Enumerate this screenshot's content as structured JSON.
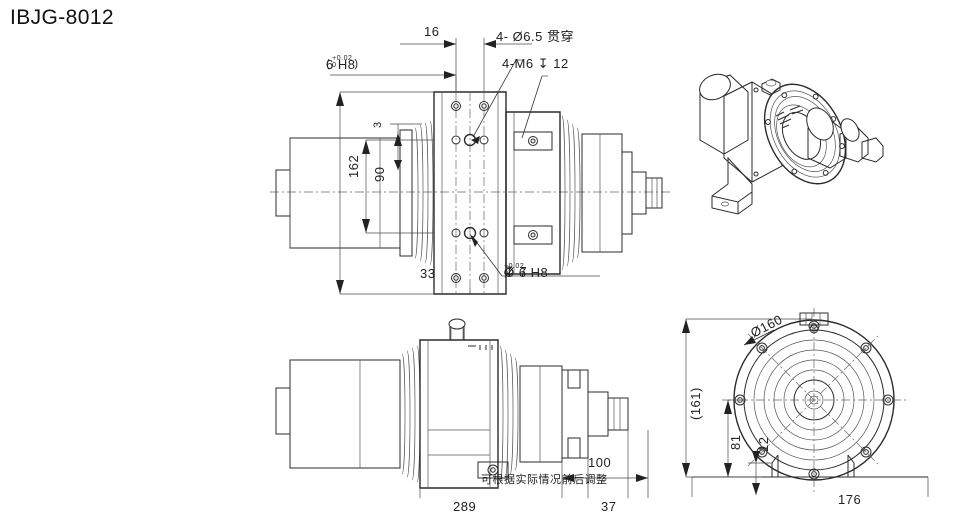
{
  "document": {
    "title": "IBJG-8012",
    "type": "engineering-drawing",
    "background_color": "#ffffff",
    "line_color": "#2b2b2b"
  },
  "views": {
    "top_left": {
      "name": "front-section-view",
      "dimensions": {
        "width_16": "16",
        "height_162": "162",
        "height_90": "90",
        "height_3": "3",
        "width_33": "33"
      },
      "callouts": {
        "keyway": "6 H8",
        "keyway_tol_upper": "+0.02",
        "keyway_tol_lower": "0",
        "through_hole": "4- Ø6.5 贯穿",
        "tapped_hole": "4-M6 ↧ 12",
        "dowel_hole": "Ø 6 H8",
        "dowel_tol_upper": "+0.02",
        "dowel_tol_lower": "0",
        "dowel_depth": "↧ 7"
      }
    },
    "top_right": {
      "name": "isometric-3d-view",
      "label": ""
    },
    "bottom_left": {
      "name": "side-view",
      "dimensions": {
        "length_289": "289",
        "length_100": "100",
        "length_37": "37"
      },
      "note": "可根据实际情况前后调整"
    },
    "bottom_right": {
      "name": "end-face-view",
      "dimensions": {
        "diameter_160": "Ø160",
        "height_161": "(161)",
        "height_81": "81",
        "height_12": "12",
        "width_176": "176"
      }
    }
  }
}
